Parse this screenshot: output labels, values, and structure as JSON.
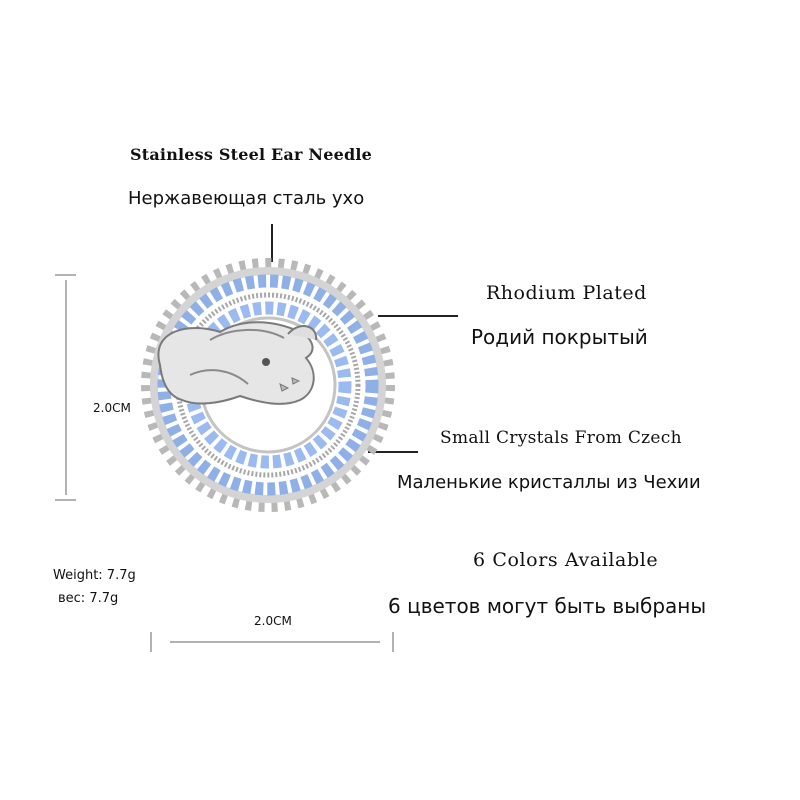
{
  "labels": {
    "needle_en": "Stainless Steel Ear Needle",
    "needle_ru": "Нержавеющая сталь ухо",
    "rhodium_en": "Rhodium Plated",
    "rhodium_ru": "Родий покрытый",
    "crystals_en": "Small Crystals From Czech",
    "crystals_ru": "Маленькие кристаллы из Чехии",
    "colors_en": "6 Colors Available",
    "colors_ru": "6 цветов могут быть выбраны"
  },
  "specs": {
    "weight_en": "Weight: 7.7g",
    "weight_ru": "вес: 7.7g",
    "height": "2.0CM",
    "width": "2.0CM"
  },
  "colors": {
    "crystal": "#8fb0e6",
    "metal": "#c9c9c9",
    "dimension_line": "#999999"
  }
}
